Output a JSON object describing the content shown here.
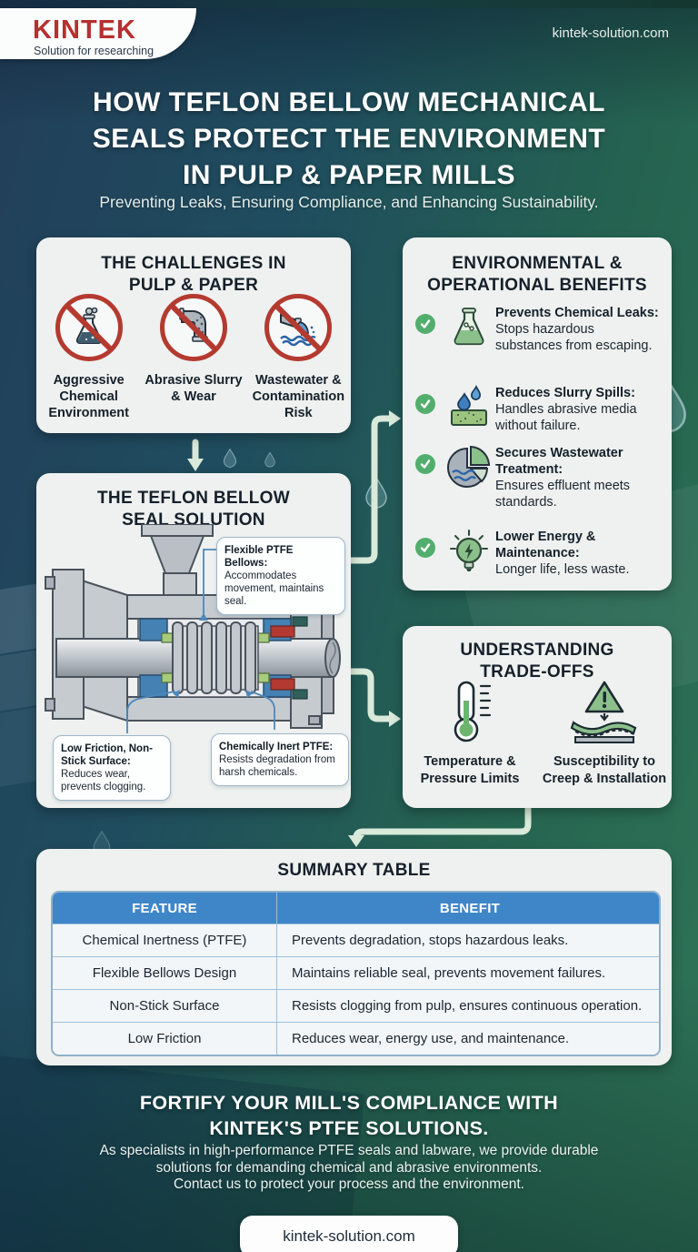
{
  "brand": {
    "name": "KINTEK",
    "tagline": "Solution for researching",
    "website": "kintek-solution.com"
  },
  "header": {
    "title_line1": "HOW TEFLON BELLOW MECHANICAL",
    "title_line2": "SEALS PROTECT THE ENVIRONMENT",
    "title_line3": "IN PULP & PAPER MILLS",
    "subtitle": "Preventing Leaks, Ensuring Compliance, and Enhancing Sustainability."
  },
  "challenges": {
    "title_line1": "THE CHALLENGES IN",
    "title_line2": "PULP & PAPER",
    "items": [
      {
        "label": "Aggressive Chemical Environment",
        "icon": "no-chemical-flask-icon"
      },
      {
        "label": "Abrasive Slurry & Wear",
        "icon": "no-abrasive-pipe-icon"
      },
      {
        "label": "Wastewater & Contamination Risk",
        "icon": "no-wastewater-discharge-icon"
      }
    ]
  },
  "benefits": {
    "title_line1": "ENVIRONMENTAL &",
    "title_line2": "OPERATIONAL BENEFITS",
    "items": [
      {
        "heading": "Prevents Chemical Leaks:",
        "body": "Stops hazardous substances from escaping.",
        "icon": "green-flask-icon"
      },
      {
        "heading": "Reduces Slurry Spills:",
        "body": "Handles abrasive media without failure.",
        "icon": "slurry-drops-icon"
      },
      {
        "heading": "Secures Wastewater Treatment:",
        "body": "Ensures effluent meets standards.",
        "icon": "water-treatment-icon"
      },
      {
        "heading": "Lower Energy & Maintenance:",
        "body": "Longer life, less waste.",
        "icon": "energy-bulb-icon"
      }
    ]
  },
  "solution": {
    "title_line1": "THE TEFLON BELLOW",
    "title_line2": "SEAL SOLUTION",
    "callouts": [
      {
        "heading": "Flexible PTFE Bellows:",
        "body": "Accommodates movement, maintains seal."
      },
      {
        "heading": "Low Friction, Non-Stick Surface:",
        "body": "Reduces wear, prevents clogging."
      },
      {
        "heading": "Chemically Inert PTFE:",
        "body": "Resists degradation from harsh chemicals."
      }
    ]
  },
  "tradeoffs": {
    "title_line1": "UNDERSTANDING",
    "title_line2": "TRADE-OFFS",
    "items": [
      {
        "label": "Temperature & Pressure Limits",
        "icon": "thermometer-icon"
      },
      {
        "label": "Susceptibility to Creep & Installation",
        "icon": "creep-warning-icon"
      }
    ]
  },
  "summary_table": {
    "title": "SUMMARY TABLE",
    "columns": [
      "FEATURE",
      "BENEFIT"
    ],
    "rows": [
      [
        "Chemical Inertness (PTFE)",
        "Prevents degradation, stops hazardous leaks."
      ],
      [
        "Flexible Bellows Design",
        "Maintains reliable seal, prevents movement failures."
      ],
      [
        "Non-Stick Surface",
        "Resists clogging from pulp, ensures continuous operation."
      ],
      [
        "Low Friction",
        "Reduces wear, energy use, and maintenance."
      ]
    ]
  },
  "footer": {
    "headline_line1": "FORTIFY YOUR MILL'S COMPLIANCE WITH",
    "headline_line2": "KINTEK'S PTFE SOLUTIONS.",
    "body_line1": "As specialists in high-performance PTFE seals and labware, we provide durable",
    "body_line2": "solutions for demanding chemical and abrasive environments.",
    "body_line3": "Contact us to protect your process and the environment.",
    "website": "kintek-solution.com"
  },
  "colors": {
    "brand_red": "#b5302f",
    "background_navy": "#223e5a",
    "background_green": "#2e7457",
    "card_background": "#eef1ef",
    "table_header_blue": "#3e86c8",
    "table_border_blue": "#9ec0da",
    "check_green": "#52ae6e",
    "prohibition_red": "#b43a30",
    "flow_arrow_mint": "#d9e9da"
  }
}
